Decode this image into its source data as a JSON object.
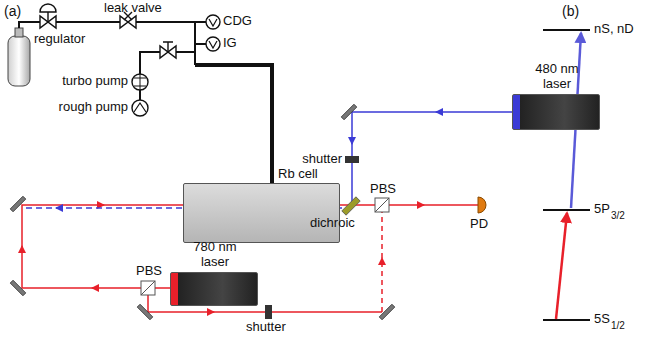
{
  "diagram": {
    "nodes": [
      {
        "text": [
          "480 nm laser"
        ]
      },
      {
        "text": [
          "Rb cell"
        ]
      },
      {
        "text": [
          "780 nm laser"
        ]
      }
    ],
    "labels": [
      "(a)",
      "(b)",
      "regulator",
      "leak valve",
      "CDG",
      "IG",
      "turbo pump",
      "rough pump",
      "shutter",
      "shutter",
      "PBS",
      "PBS",
      "PD",
      "dichroic",
      "nS, nD",
      "5P",
      "3/2",
      "5S",
      "1/2"
    ]
  }
}
